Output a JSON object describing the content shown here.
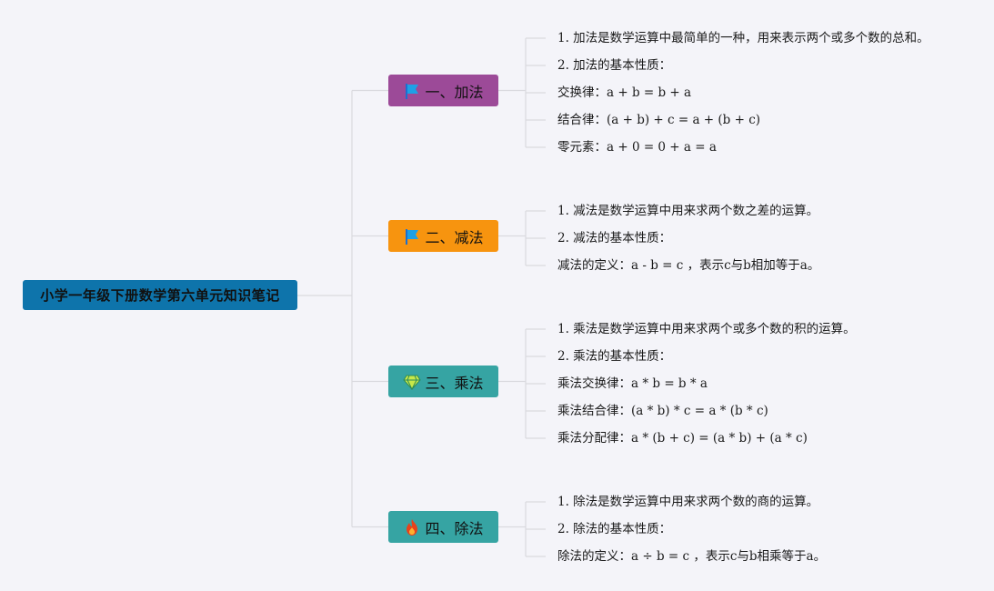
{
  "root": {
    "label": "小学一年级下册数学第六单元知识笔记",
    "color": "#0e74ab"
  },
  "branches": [
    {
      "label": "一、加法",
      "icon": "flag-icon",
      "color": "#9c4a98",
      "items": [
        "1. 加法是数学运算中最简单的一种，用来表示两个或多个数的总和。",
        "2. 加法的基本性质：",
        "交换律：a + b = b + a",
        "结合律：(a + b) + c = a + (b + c)",
        "零元素：a + 0 = 0 + a = a"
      ]
    },
    {
      "label": "二、减法",
      "icon": "flag-icon",
      "color": "#f7940f",
      "items": [
        "1. 减法是数学运算中用来求两个数之差的运算。",
        "2. 减法的基本性质：",
        "减法的定义：a - b = c ，表示c与b相加等于a。"
      ]
    },
    {
      "label": "三、乘法",
      "icon": "gem-icon",
      "color": "#36a4a3",
      "items": [
        "1. 乘法是数学运算中用来求两个或多个数的积的运算。",
        "2. 乘法的基本性质：",
        "乘法交换律：a * b = b * a",
        "乘法结合律：(a * b) * c = a * (b * c)",
        "乘法分配律：a * (b + c) = (a * b) + (a * c)"
      ]
    },
    {
      "label": "四、除法",
      "icon": "fire-icon",
      "color": "#36a4a3",
      "items": [
        "1. 除法是数学运算中用来求两个数的商的运算。",
        "2. 除法的基本性质：",
        "除法的定义：a ÷ b = c ，表示c与b相乘等于a。"
      ]
    }
  ],
  "line_color": "#d9d9de"
}
